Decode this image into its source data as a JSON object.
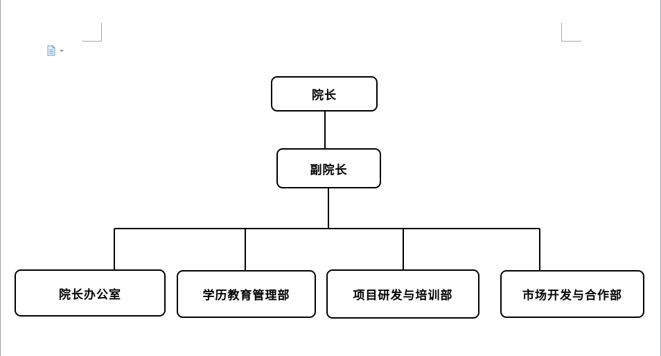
{
  "colors": {
    "stroke": "#000000",
    "page": "#ffffff",
    "margin_marks": "#a8a8a8",
    "doc_icon": "#7a9cc6"
  },
  "icons": {
    "paste_options": "document-options-icon"
  },
  "org_chart": {
    "top": "院长",
    "deputy": "副院长",
    "departments": [
      "院长办公室",
      "学历教育管理部",
      "项目研发与培训部",
      "市场开发与合作部"
    ]
  }
}
